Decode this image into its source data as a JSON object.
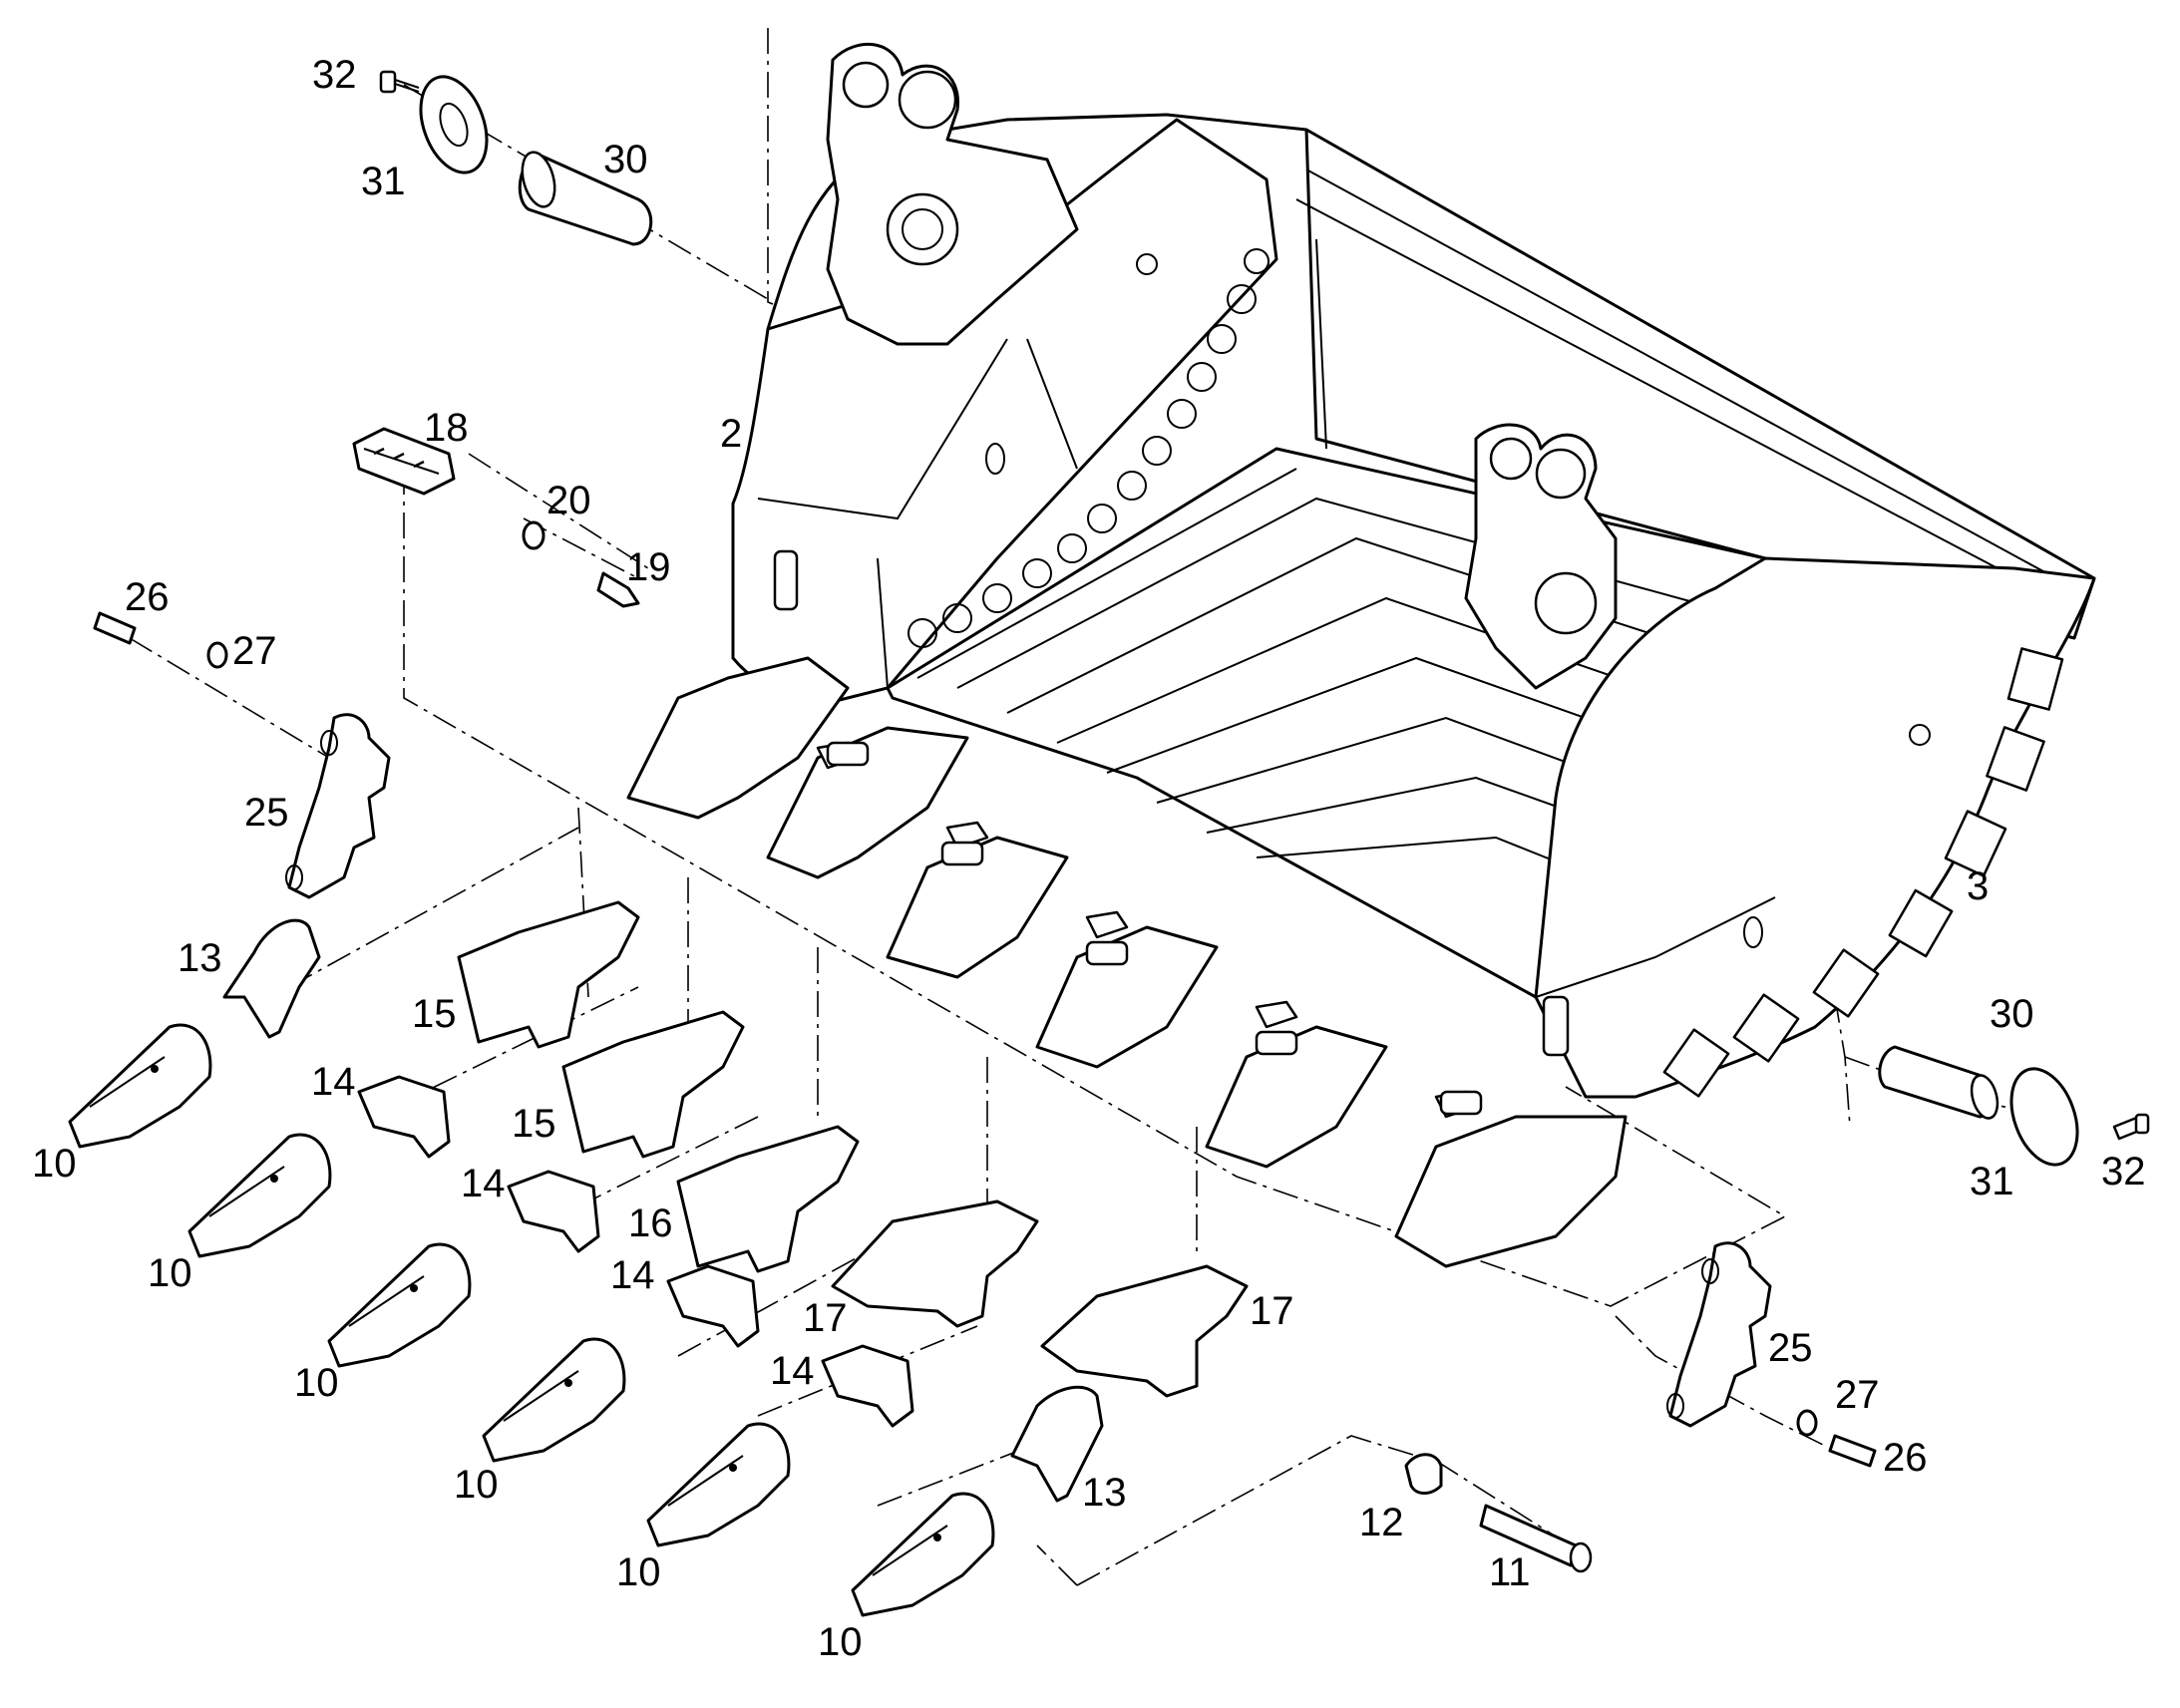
{
  "labels": {
    "l32a": "32",
    "l31a": "31",
    "l30a": "30",
    "l2": "2",
    "l18": "18",
    "l20": "20",
    "l19": "19",
    "l26a": "26",
    "l27a": "27",
    "l25a": "25",
    "l13a": "13",
    "l15a": "15",
    "l15b": "15",
    "l10a": "10",
    "l14a": "14",
    "l10b": "10",
    "l14b": "14",
    "l16": "16",
    "l10c": "10",
    "l14c": "14",
    "l17a": "17",
    "l10d": "10",
    "l14d": "14",
    "l10e": "10",
    "l13b": "13",
    "l10f": "10",
    "l17b": "17",
    "l3": "3",
    "l30b": "30",
    "l31b": "31",
    "l32b": "32",
    "l25b": "25",
    "l27b": "27",
    "l26b": "26",
    "l12": "12",
    "l11": "11"
  }
}
